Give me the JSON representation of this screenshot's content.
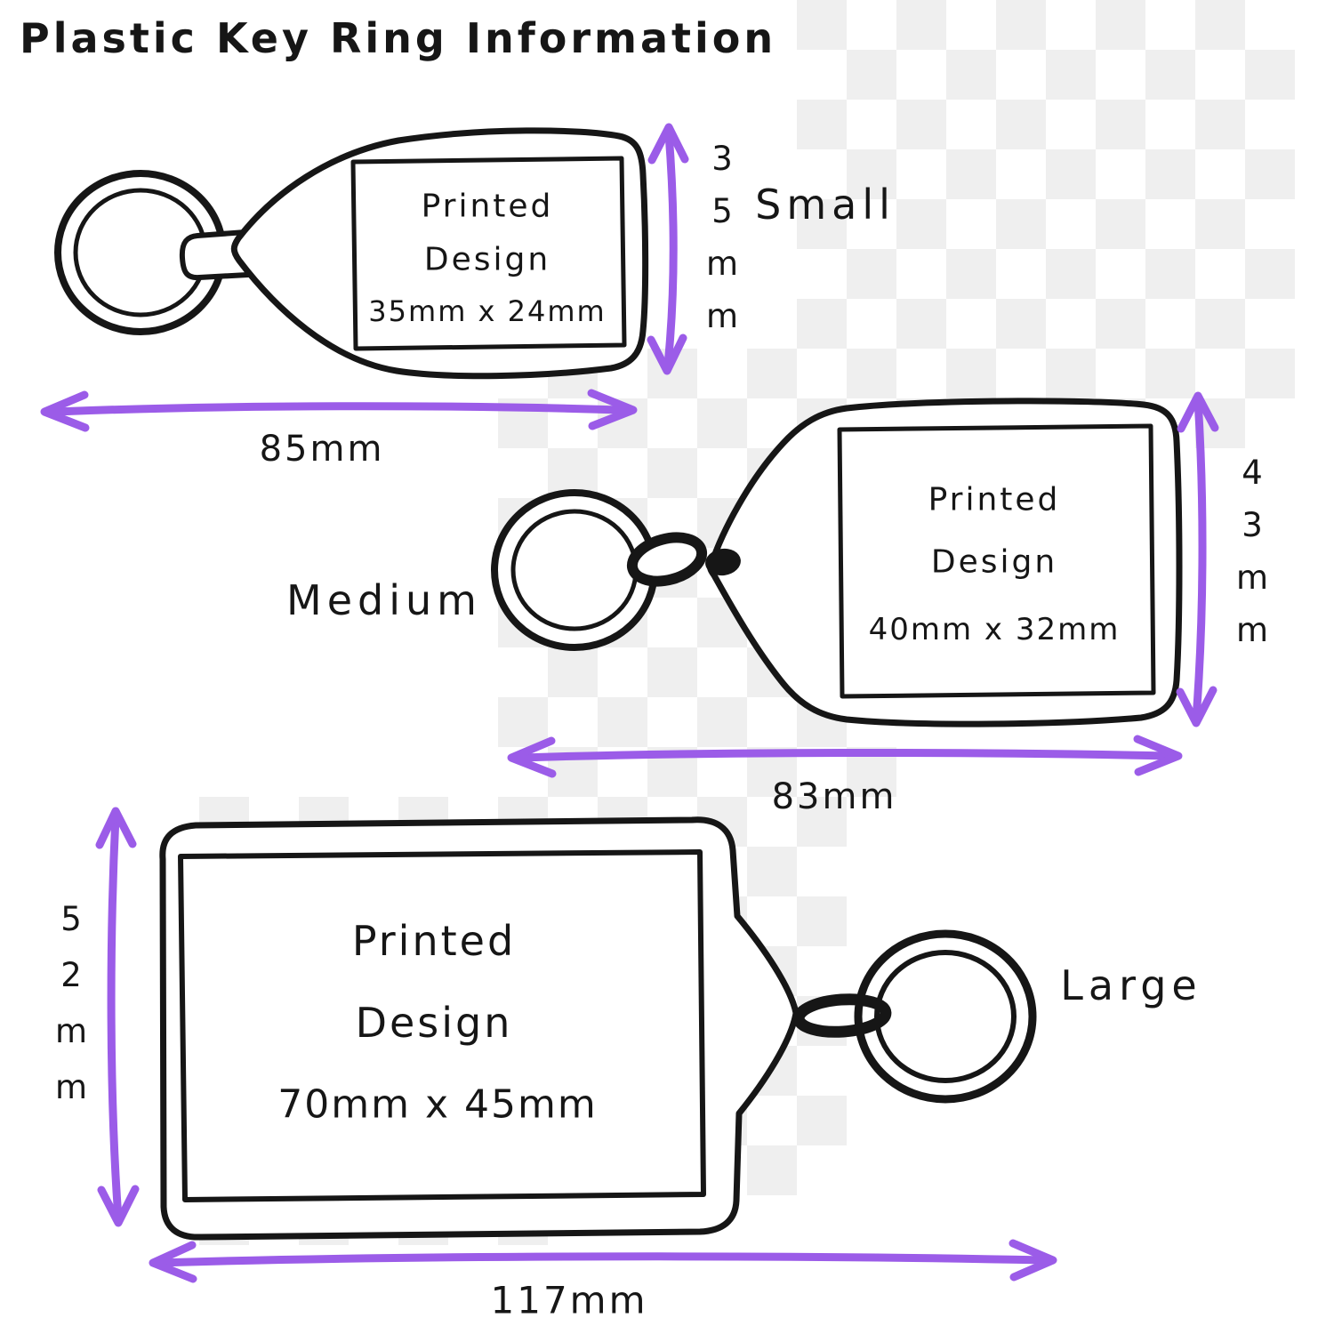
{
  "title": "Plastic Key Ring Information",
  "colors": {
    "accent": "#9b5ce8",
    "ink": "#161616"
  },
  "keyrings": {
    "small": {
      "name": "Small",
      "design_line1": "Printed",
      "design_line2": "Design",
      "design_size": "35mm x 24mm",
      "width": "85mm",
      "height": "35mm"
    },
    "medium": {
      "name": "Medium",
      "design_line1": "Printed",
      "design_line2": "Design",
      "design_size": "40mm x 32mm",
      "width": "83mm",
      "height": "43mm"
    },
    "large": {
      "name": "Large",
      "design_line1": "Printed",
      "design_line2": "Design",
      "design_size": "70mm x 45mm",
      "width": "117mm",
      "height": "52mm"
    }
  }
}
